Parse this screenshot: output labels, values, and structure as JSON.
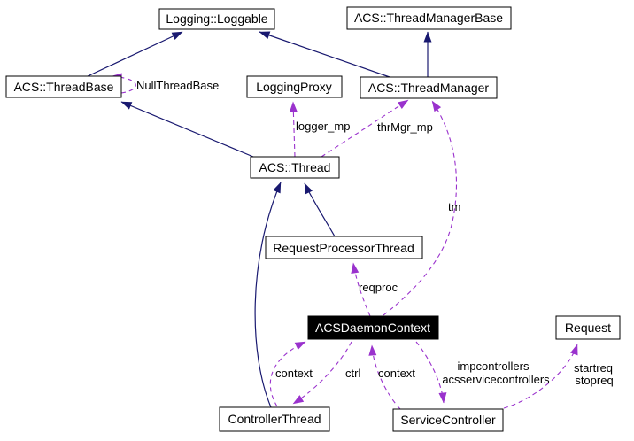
{
  "diagram_type": "doxygen-collaboration-class-diagram",
  "colors": {
    "background": "#ffffff",
    "node_fill": "#ffffff",
    "node_border": "#000000",
    "label_text": "#000000",
    "highlight_fill": "#000000",
    "highlight_text": "#ffffff",
    "inheritance": "#191970",
    "usage": "#9a32cd"
  },
  "nodes": {
    "loggable": {
      "label": "Logging::Loggable"
    },
    "thread_manager_base": {
      "label": "ACS::ThreadManagerBase"
    },
    "thread_base": {
      "label": "ACS::ThreadBase"
    },
    "logging_proxy": {
      "label": "LoggingProxy"
    },
    "thread_manager": {
      "label": "ACS::ThreadManager"
    },
    "thread": {
      "label": "ACS::Thread"
    },
    "request_processor_thread": {
      "label": "RequestProcessorThread"
    },
    "acs_daemon_context": {
      "label": "ACSDaemonContext",
      "emphasized": true
    },
    "request": {
      "label": "Request"
    },
    "controller_thread": {
      "label": "ControllerThread"
    },
    "service_controller": {
      "label": "ServiceController"
    }
  },
  "edge_labels": {
    "null_thread_base": "NullThreadBase",
    "logger_mp": "logger_mp",
    "thr_mgr_mp": "thrMgr_mp",
    "tm": "tm",
    "reqproc": "reqproc",
    "context_left": "context",
    "ctrl": "ctrl",
    "context_right": "context",
    "impcontrollers_line1": "impcontrollers",
    "impcontrollers_line2": "acsservicecontrollers",
    "startreq": "startreq",
    "stopreq": "stopreq"
  },
  "edges": [
    {
      "from": "ACS::ThreadBase",
      "to": "Logging::Loggable",
      "type": "inheritance"
    },
    {
      "from": "ACS::ThreadManager",
      "to": "Logging::Loggable",
      "type": "inheritance"
    },
    {
      "from": "ACS::ThreadManager",
      "to": "ACS::ThreadManagerBase",
      "type": "inheritance"
    },
    {
      "from": "ACS::Thread",
      "to": "ACS::ThreadBase",
      "type": "inheritance"
    },
    {
      "from": "RequestProcessorThread",
      "to": "ACS::Thread",
      "type": "inheritance"
    },
    {
      "from": "ControllerThread",
      "to": "ACS::Thread",
      "type": "inheritance"
    },
    {
      "from": "ACS::ThreadBase",
      "to": "ACS::ThreadBase",
      "type": "usage",
      "label": "NullThreadBase"
    },
    {
      "from": "ACS::Thread",
      "to": "LoggingProxy",
      "type": "usage",
      "label": "logger_mp"
    },
    {
      "from": "ACS::Thread",
      "to": "ACS::ThreadManager",
      "type": "usage",
      "label": "thrMgr_mp"
    },
    {
      "from": "ACSDaemonContext",
      "to": "ACS::ThreadManager",
      "type": "usage",
      "label": "tm"
    },
    {
      "from": "ACSDaemonContext",
      "to": "RequestProcessorThread",
      "type": "usage",
      "label": "reqproc"
    },
    {
      "from": "ControllerThread",
      "to": "ACSDaemonContext",
      "type": "usage",
      "label": "context"
    },
    {
      "from": "ACSDaemonContext",
      "to": "ControllerThread",
      "type": "usage",
      "label": "ctrl"
    },
    {
      "from": "ServiceController",
      "to": "ACSDaemonContext",
      "type": "usage",
      "label": "context"
    },
    {
      "from": "ACSDaemonContext",
      "to": "ServiceController",
      "type": "usage",
      "label": "impcontrollers acsservicecontrollers"
    },
    {
      "from": "ServiceController",
      "to": "Request",
      "type": "usage",
      "label": "startreq stopreq"
    }
  ]
}
